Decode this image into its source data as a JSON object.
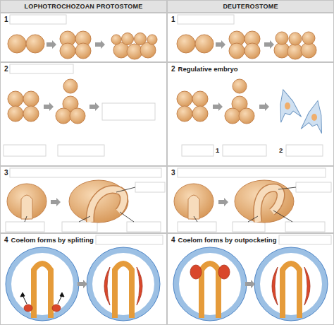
{
  "diagram": {
    "nodes": [
      {
        "text": [
          "LOPHOTROCHOZOAN PROTOSTOME"
        ]
      },
      {
        "text": [
          "DEUTEROSTOME"
        ]
      },
      {
        "text": [
          "1"
        ]
      },
      {
        "text": [
          "1"
        ]
      },
      {
        "text": [
          "2"
        ]
      },
      {
        "text": [
          "2",
          "Regulative embryo"
        ]
      },
      {
        "text": [
          "3"
        ]
      },
      {
        "text": [
          "3"
        ]
      },
      {
        "text": [
          "4",
          "Coelom forms by splitting"
        ]
      },
      {
        "text": [
          "4",
          "Coelom forms by outpocketing"
        ]
      }
    ],
    "labels": [
      "1",
      "2"
    ]
  }
}
